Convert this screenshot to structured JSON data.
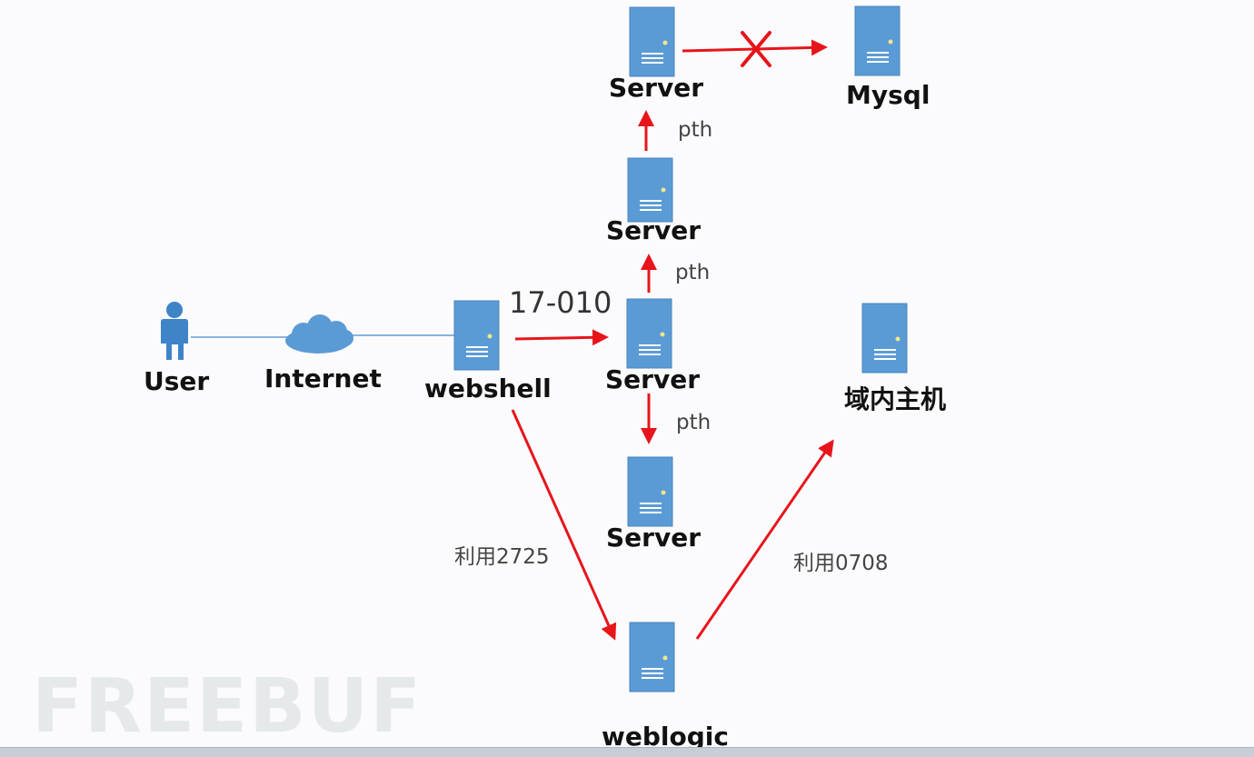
{
  "nodes": {
    "user": {
      "label": "User"
    },
    "internet": {
      "label": "Internet"
    },
    "webshell": {
      "label": "webshell"
    },
    "server_mid": {
      "label": "Server"
    },
    "server_upper": {
      "label": "Server"
    },
    "server_top": {
      "label": "Server"
    },
    "mysql": {
      "label": "Mysql"
    },
    "server_lower": {
      "label": "Server"
    },
    "domain_host": {
      "label": "域内主机"
    },
    "weblogic": {
      "label": "weblogic"
    }
  },
  "edges": {
    "exploit_17010": "17-010",
    "pth_top": "pth",
    "pth_mid": "pth",
    "pth_low": "pth",
    "exploit_2725": "利用2725",
    "exploit_0708": "利用0708"
  },
  "watermark": "FREEBUF",
  "colors": {
    "server": "#5b9bd5",
    "server_edge": "#4a86bf",
    "arrow": "#e8141b",
    "link": "#8ab4dc",
    "person": "#3f84c8"
  }
}
